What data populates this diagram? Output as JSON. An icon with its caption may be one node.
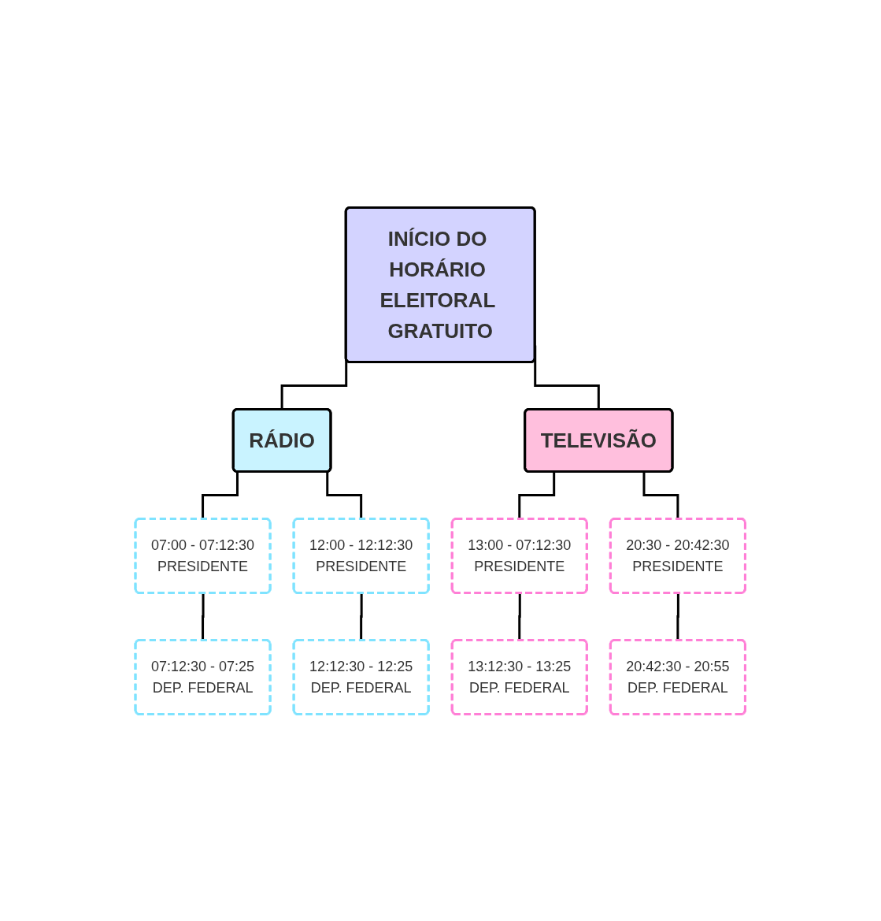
{
  "diagram": {
    "nodes": [
      {
        "text": [
          "INÍCIO DO HORÁRIO ELEITORAL GRATUITO"
        ]
      },
      {
        "text": [
          "RÁDIO"
        ]
      },
      {
        "text": [
          "TELEVISÃO"
        ]
      },
      {
        "text": [
          "07:00 - 07:12:30",
          "PRESIDENTE"
        ]
      },
      {
        "text": [
          "12:00 - 12:12:30",
          "PRESIDENTE"
        ]
      },
      {
        "text": [
          "13:00 - 07:12:30",
          "PRESIDENTE"
        ]
      },
      {
        "text": [
          "20:30 - 20:42:30",
          "PRESIDENTE"
        ]
      },
      {
        "text": [
          "07:12:30 - 07:25",
          "DEP. FEDERAL"
        ]
      },
      {
        "text": [
          "12:12:30 - 12:25",
          "DEP. FEDERAL"
        ]
      },
      {
        "text": [
          "13:12:30 - 13:25",
          "DEP. FEDERAL"
        ]
      },
      {
        "text": [
          "20:42:30 - 20:55",
          "DEP. FEDERAL"
        ]
      }
    ],
    "edges": [
      {
        "from": 0,
        "to": 1,
        "arrow": "none"
      },
      {
        "from": 0,
        "to": 2,
        "arrow": "none"
      },
      {
        "from": 1,
        "to": 3,
        "arrow": "none"
      },
      {
        "from": 1,
        "to": 4,
        "arrow": "none"
      },
      {
        "from": 2,
        "to": 5,
        "arrow": "none"
      },
      {
        "from": 2,
        "to": 6,
        "arrow": "none"
      },
      {
        "from": 3,
        "to": 7,
        "arrow": "none"
      },
      {
        "from": 4,
        "to": 8,
        "arrow": "none"
      },
      {
        "from": 5,
        "to": 9,
        "arrow": "none"
      },
      {
        "from": 6,
        "to": 10,
        "arrow": "none"
      }
    ]
  }
}
